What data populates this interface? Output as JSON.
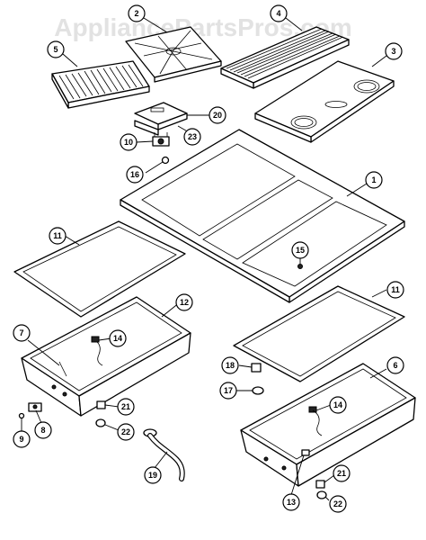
{
  "watermark": "AppliancePartsPros.com",
  "callouts": [
    {
      "id": "c1",
      "label": "1"
    },
    {
      "id": "c2",
      "label": "2"
    },
    {
      "id": "c3",
      "label": "3"
    },
    {
      "id": "c4",
      "label": "4"
    },
    {
      "id": "c5",
      "label": "5"
    },
    {
      "id": "c6",
      "label": "6"
    },
    {
      "id": "c7",
      "label": "7"
    },
    {
      "id": "c8",
      "label": "8"
    },
    {
      "id": "c9",
      "label": "9"
    },
    {
      "id": "c10",
      "label": "10"
    },
    {
      "id": "c11a",
      "label": "11"
    },
    {
      "id": "c11b",
      "label": "11"
    },
    {
      "id": "c12",
      "label": "12"
    },
    {
      "id": "c13",
      "label": "13"
    },
    {
      "id": "c14a",
      "label": "14"
    },
    {
      "id": "c14b",
      "label": "14"
    },
    {
      "id": "c15",
      "label": "15"
    },
    {
      "id": "c16",
      "label": "16"
    },
    {
      "id": "c17",
      "label": "17"
    },
    {
      "id": "c18",
      "label": "18"
    },
    {
      "id": "c19",
      "label": "19"
    },
    {
      "id": "c20",
      "label": "20"
    },
    {
      "id": "c21a",
      "label": "21"
    },
    {
      "id": "c21b",
      "label": "21"
    },
    {
      "id": "c22a",
      "label": "22"
    },
    {
      "id": "c22b",
      "label": "22"
    },
    {
      "id": "c23",
      "label": "23"
    }
  ]
}
